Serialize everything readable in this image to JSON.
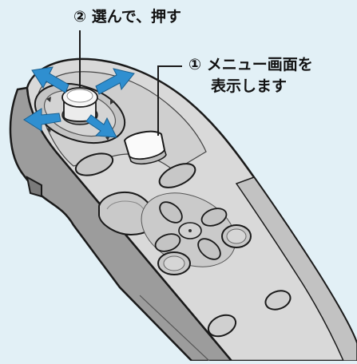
{
  "instructions": {
    "step2": "② 選んで、押す",
    "step1_line1": "① メニュー画面を",
    "step1_line2": "表示します"
  },
  "colors": {
    "background": "#e2f0f6",
    "remote_body": "#d8d8d8",
    "remote_shadow": "#a8a8a8",
    "arrow": "#2f8fd0",
    "button_highlight": "#fafafa"
  }
}
